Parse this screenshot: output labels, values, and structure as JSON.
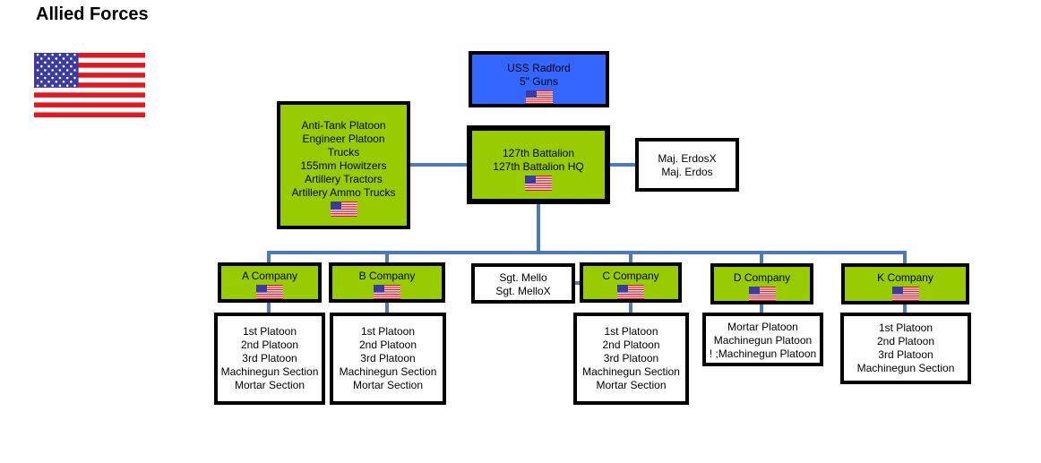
{
  "page": {
    "title": "Allied Forces"
  },
  "colors": {
    "unit_green": "#99cc00",
    "navy_blue": "#3366ff",
    "connector": "#4a7ab8",
    "flag_red": "#e8141e",
    "flag_blue": "#3c3b9e"
  },
  "icons": {
    "flag": "us-flag-icon"
  },
  "nodes": {
    "uss": {
      "lines": [
        "USS Radford",
        "5\" Guns"
      ]
    },
    "battalion": {
      "lines": [
        "127th Battalion",
        "127th Battalion HQ"
      ]
    },
    "support": {
      "lines": [
        "Anti-Tank Platoon",
        "Engineer Platoon",
        "Trucks",
        "155mm Howitzers",
        "Artillery Tractors",
        "Artillery Ammo Trucks"
      ]
    },
    "commander": {
      "lines": [
        "Maj. ErdosX",
        "Maj. Erdos"
      ]
    },
    "a_company": {
      "lines": [
        "A Company"
      ]
    },
    "b_company": {
      "lines": [
        "B Company"
      ]
    },
    "sgt": {
      "lines": [
        "Sgt. Mello",
        "Sgt. MelloX"
      ]
    },
    "c_company": {
      "lines": [
        "C Company"
      ]
    },
    "d_company": {
      "lines": [
        "D Company"
      ]
    },
    "k_company": {
      "lines": [
        "K Company"
      ]
    },
    "a_units": {
      "lines": [
        "1st Platoon",
        "2nd Platoon",
        "3rd Platoon",
        "Machinegun Section",
        "Mortar Section"
      ]
    },
    "b_units": {
      "lines": [
        "1st Platoon",
        "2nd Platoon",
        "3rd Platoon",
        "Machinegun Section",
        "Mortar Section"
      ]
    },
    "c_units": {
      "lines": [
        "1st Platoon",
        "2nd Platoon",
        "3rd Platoon",
        "Machinegun Section",
        "Mortar Section"
      ]
    },
    "d_units": {
      "lines": [
        "Mortar Platoon",
        "Machinegun Platoon",
        "! ;Machinegun Platoon"
      ]
    },
    "k_units": {
      "lines": [
        "1st Platoon",
        "2nd Platoon",
        "3rd Platoon",
        "Machinegun Section"
      ]
    }
  }
}
